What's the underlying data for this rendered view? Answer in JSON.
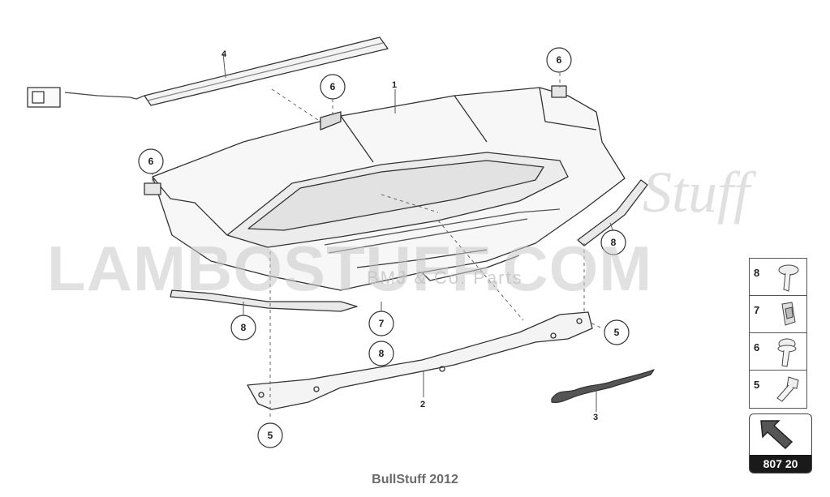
{
  "callouts": {
    "c1": "1",
    "c2": "2",
    "c3": "3",
    "c4": "4",
    "c6a": "6",
    "c6b": "6",
    "c6c": "6",
    "c8a": "8",
    "c8b": "8",
    "c8c": "8",
    "c7": "7",
    "c5a": "5",
    "c5b": "5"
  },
  "legend": [
    {
      "number": "8",
      "icon": "screw-icon"
    },
    {
      "number": "7",
      "icon": "clip-nut-icon"
    },
    {
      "number": "6",
      "icon": "screw-washer-icon"
    },
    {
      "number": "5",
      "icon": "bolt-icon"
    }
  ],
  "reference": {
    "code": "807 20",
    "icon": "arrow-icon"
  },
  "watermark": {
    "main": "LAMBOSTUFF.COM",
    "script": "Stuff",
    "sub": "BMJ & Co. Parts"
  },
  "footer": {
    "text": "BullStuff 2012"
  }
}
